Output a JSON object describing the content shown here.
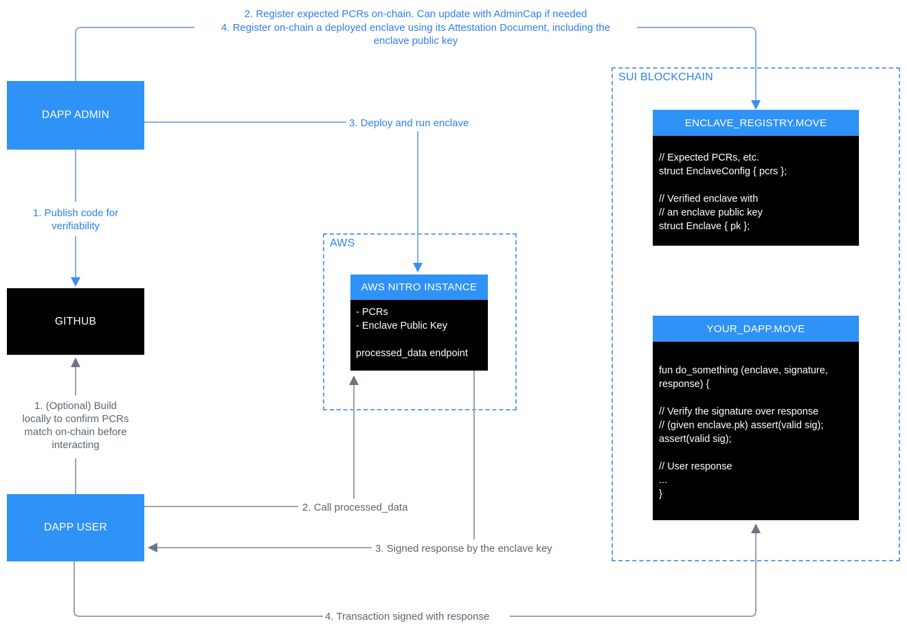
{
  "colors": {
    "node_blue": "#2f92f6",
    "node_black": "#000000",
    "label_blue": "#2e7ff1",
    "label_gray": "#5b6470",
    "line_blue": "#84acf1",
    "arrow_blue": "#3e8df7",
    "line_gray": "#9ba1aa",
    "arrow_gray": "#6c7583",
    "dashed_border_blue": "#5c9ef5"
  },
  "nodes": {
    "dapp_admin": {
      "label": "DAPP ADMIN"
    },
    "github": {
      "label": "GITHUB"
    },
    "dapp_user": {
      "label": "DAPP USER"
    },
    "aws_container": {
      "label": "AWS"
    },
    "aws_nitro": {
      "title": "AWS NITRO INSTANCE",
      "body": "- PCRs\n- Enclave Public Key\n\nprocessed_data endpoint"
    },
    "sui_container": {
      "label": "SUI BLOCKCHAIN"
    },
    "enclave_registry": {
      "title": "ENCLAVE_REGISTRY.MOVE",
      "body": "// Expected PCRs, etc.\nstruct EnclaveConfig { pcrs };\n\n// Verified enclave with\n// an enclave public key\nstruct Enclave { pk };"
    },
    "your_dapp": {
      "title": "YOUR_DAPP.MOVE",
      "body": "fun do_something (enclave, signature,\nresponse) {\n\n// Verify the signature over response\n// (given enclave.pk) assert(valid sig);\nassert(valid sig);\n\n// User response\n...\n}"
    }
  },
  "edges": {
    "register_pcrs": "2. Register expected PCRs on-chain. Can update with AdminCap if needed",
    "register_enclave": "4. Register on-chain a deployed enclave using its Attestation Document, including the\nenclave public key",
    "publish_code": "1. Publish code for\nverifiability",
    "deploy_enclave": "3. Deploy and run enclave",
    "optional_build": "1. (Optional) Build\nlocally to confirm PCRs\nmatch on-chain before\ninteracting",
    "call_processed_data": "2. Call processed_data",
    "signed_response": "3. Signed response by the enclave key",
    "transaction_signed": "4. Transaction signed with response"
  }
}
